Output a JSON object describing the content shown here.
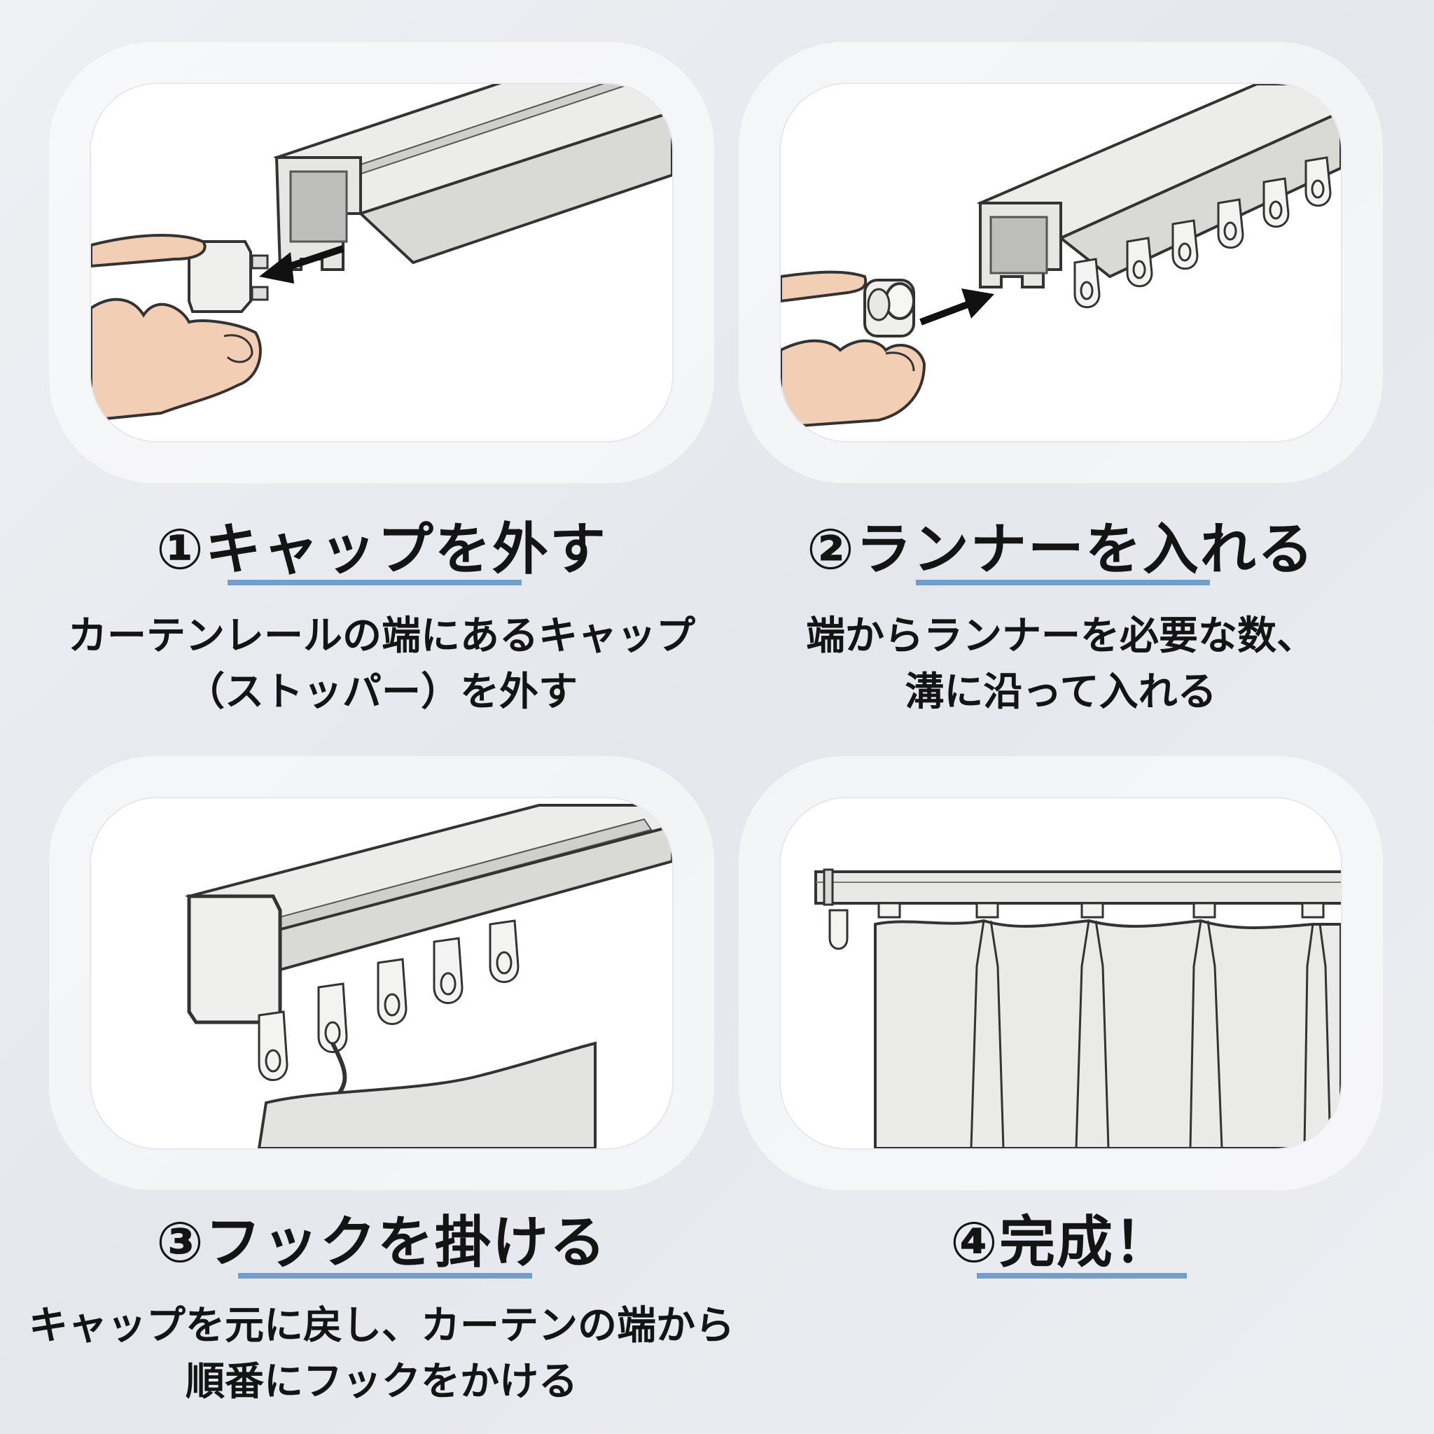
{
  "colors": {
    "accent_underline": "#6f9fca",
    "text": "#141414",
    "rail": "#e3e3e0",
    "skin": "#f2cfb4"
  },
  "steps": [
    {
      "title": "①キャップを外す",
      "desc_line1": "カーテンレールの端にあるキャップ",
      "desc_line2": "（ストッパー）を外す"
    },
    {
      "title": "②ランナーを入れる",
      "desc_line1": "端からランナーを必要な数、",
      "desc_line2": "溝に沿って入れる"
    },
    {
      "title": "③フックを掛ける",
      "desc_line1": "キャップを元に戻し、カーテンの端から",
      "desc_line2": "順番にフックをかける"
    },
    {
      "title": "④完成！",
      "desc_line1": "",
      "desc_line2": ""
    }
  ]
}
